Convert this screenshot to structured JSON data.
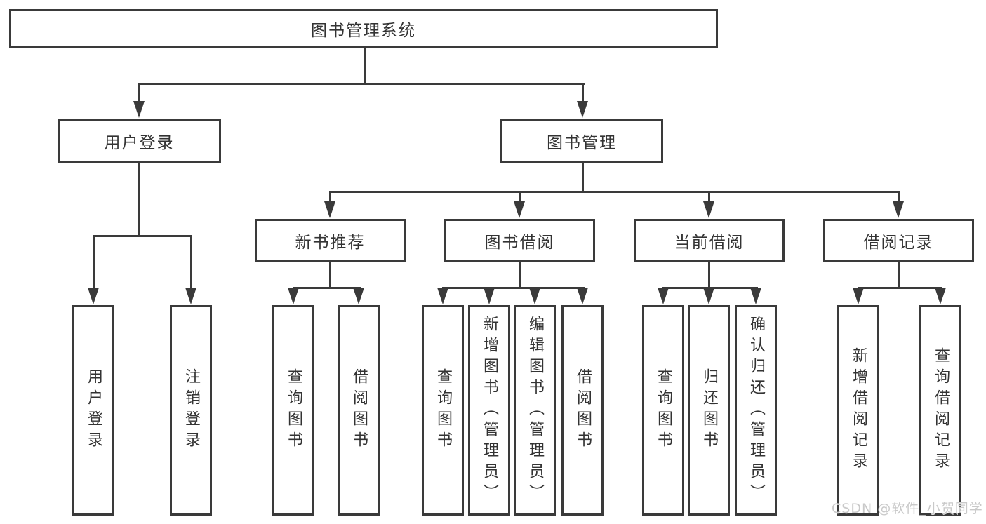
{
  "diagram": {
    "type": "hierarchy-diagram",
    "title": "图书管理系统"
  },
  "tree": {
    "root": {
      "label": "图书管理系统"
    },
    "branches": [
      {
        "label": "用户登录",
        "children": [
          {
            "label": "用户登录"
          },
          {
            "label": "注销登录"
          }
        ]
      },
      {
        "label": "图书管理",
        "children": [
          {
            "label": "新书推荐",
            "children": [
              {
                "label": "查询图书"
              },
              {
                "label": "借阅图书"
              }
            ]
          },
          {
            "label": "图书借阅",
            "children": [
              {
                "label": "查询图书"
              },
              {
                "label": "新增图书（管理员）"
              },
              {
                "label": "编辑图书（管理员）"
              },
              {
                "label": "借阅图书"
              }
            ]
          },
          {
            "label": "当前借阅",
            "children": [
              {
                "label": "查询图书"
              },
              {
                "label": "归还图书"
              },
              {
                "label": "确认归还（管理员）"
              }
            ]
          },
          {
            "label": "借阅记录",
            "children": [
              {
                "label": "新增借阅记录"
              },
              {
                "label": "查询借阅记录"
              }
            ]
          }
        ]
      }
    ]
  },
  "watermark": {
    "text": "CSDN @软件_小贺同学"
  },
  "colors": {
    "line": "#3a3a3a",
    "text": "#333333",
    "background": "#ffffff",
    "watermark": "#c9c9c9"
  }
}
